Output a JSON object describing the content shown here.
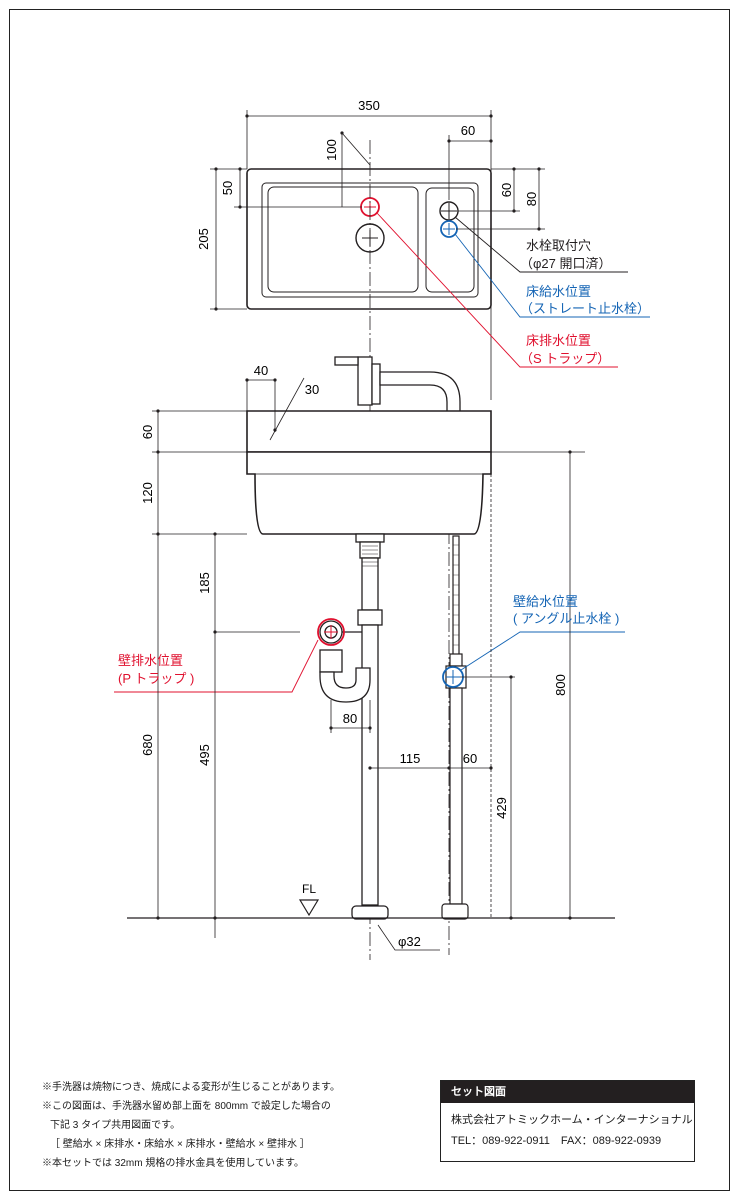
{
  "dimensions": {
    "top_width": "350",
    "top_faucet_offset": "60",
    "top_drain_offset": "100",
    "top_drain_depth": "50",
    "top_depth": "205",
    "top_hole_y1": "60",
    "top_hole_y2": "80",
    "side_40": "40",
    "side_30": "30",
    "bowl_rim": "60",
    "bowl_body": "120",
    "trap_185": "185",
    "trap_80": "80",
    "h_680": "680",
    "h_495": "495",
    "h_800": "800",
    "off_115": "115",
    "off_60": "60",
    "h_429": "429",
    "fl": "FL",
    "pipe_dia": "φ32"
  },
  "callouts": {
    "faucet_hole_1": "水栓取付穴",
    "faucet_hole_2": "（φ27 開口済）",
    "floor_supply_1": "床給水位置",
    "floor_supply_2": "（ストレート止水栓）",
    "floor_drain_1": "床排水位置",
    "floor_drain_2": "（S トラップ）",
    "wall_supply_1": "壁給水位置",
    "wall_supply_2": "( アングル止水栓 )",
    "wall_drain_1": "壁排水位置",
    "wall_drain_2": "(P トラップ )"
  },
  "colors": {
    "red": "#e0102e",
    "blue": "#1565b5",
    "line": "#231f20"
  },
  "notes": [
    "※手洗器は焼物につき、焼成による変形が生じることがあります。",
    "※この図面は、手洗器水留め部上面を 800mm で設定した場合の",
    "下記 3 タイプ共用図面です。",
    "［ 壁給水 × 床排水・床給水 × 床排水・壁給水 × 壁排水 ］",
    "※本セットでは 32mm 規格の排水金具を使用しています。"
  ],
  "title_box": {
    "heading": "セット図面",
    "company": "株式会社アトミックホーム・インターナショナル",
    "contact": "TEL：089-922-0911　FAX：089-922-0939"
  }
}
